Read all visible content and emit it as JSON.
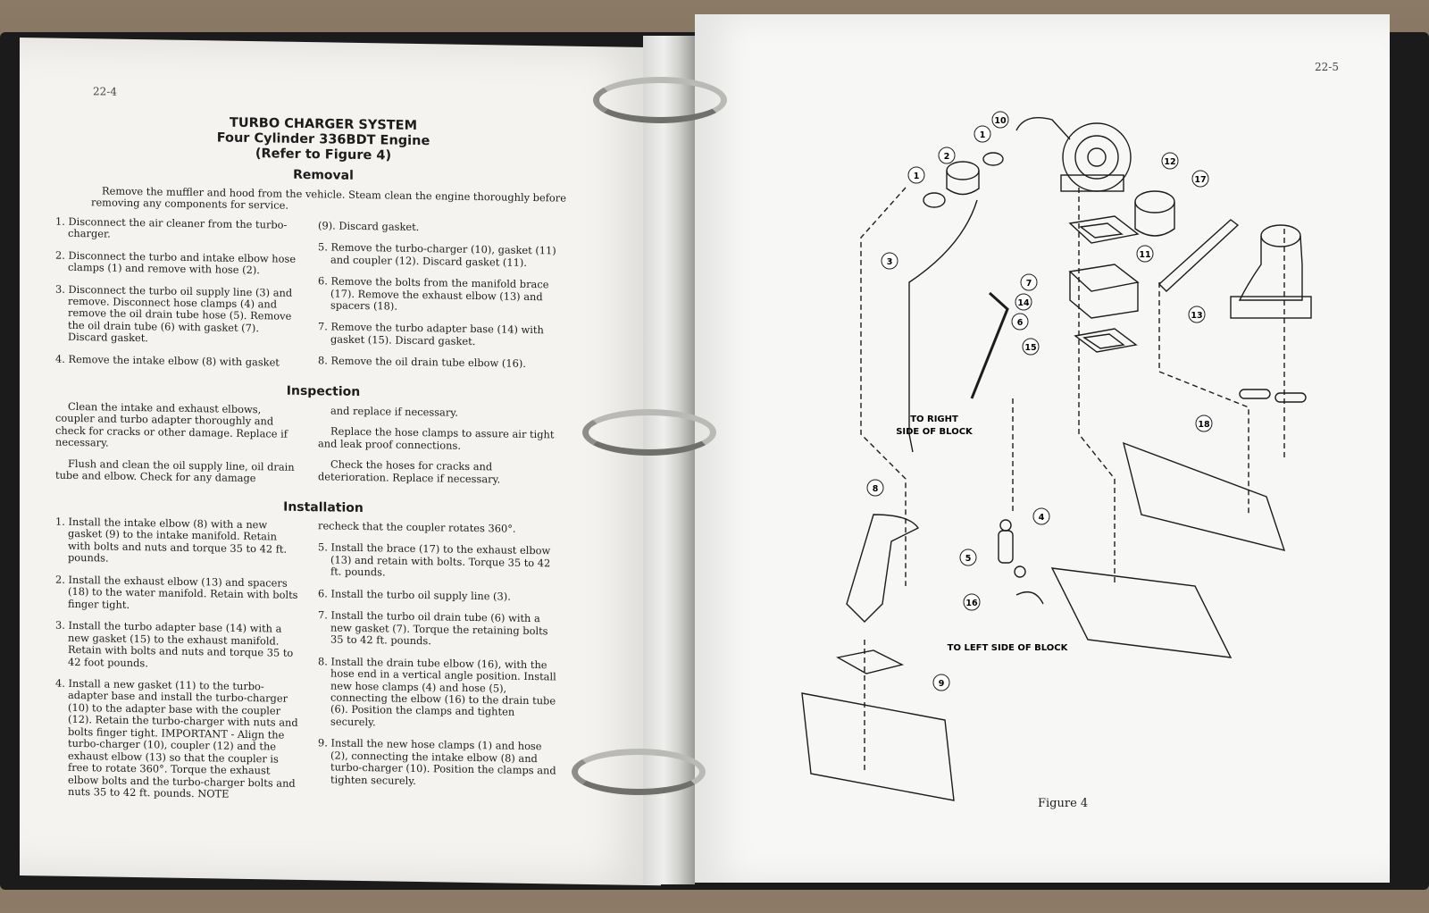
{
  "left_page": {
    "page_number": "22-4",
    "title_lines": [
      "TURBO CHARGER SYSTEM",
      "Four Cylinder 336BDT Engine",
      "(Refer to Figure 4)"
    ],
    "removal": {
      "heading": "Removal",
      "intro": "Remove the muffler and hood from the vehicle. Steam clean the engine thoroughly before removing any components for service.",
      "left_items": [
        "1. Disconnect the air cleaner from the turbo-charger.",
        "2. Disconnect the turbo and intake elbow hose clamps (1) and remove with hose (2).",
        "3. Disconnect the turbo oil supply line (3) and remove. Disconnect hose clamps (4) and remove the oil drain tube hose (5). Remove the oil drain tube (6) with gasket (7). Discard gasket.",
        "4. Remove the intake elbow (8) with gasket"
      ],
      "right_items": [
        "(9). Discard gasket.",
        "5. Remove the turbo-charger (10), gasket (11) and coupler (12). Discard gasket (11).",
        "6. Remove the bolts from the manifold brace (17). Remove the exhaust elbow (13) and spacers (18).",
        "7. Remove the turbo adapter base (14) with gasket (15). Discard gasket.",
        "8. Remove the oil drain tube elbow (16)."
      ]
    },
    "inspection": {
      "heading": "Inspection",
      "left_paras": [
        "Clean the intake and exhaust elbows, coupler and turbo adapter thoroughly and check for cracks or other damage. Replace if necessary.",
        "Flush and clean the oil supply line, oil drain tube and elbow. Check for any damage"
      ],
      "right_paras": [
        "and replace if necessary.",
        "Replace the hose clamps to assure air tight and leak proof connections.",
        "Check the hoses for cracks and deterioration. Replace if necessary."
      ]
    },
    "installation": {
      "heading": "Installation",
      "left_items": [
        "1. Install the intake elbow (8) with a new gasket (9) to the intake manifold. Retain with bolts and nuts and torque 35 to 42 ft. pounds.",
        "2. Install the exhaust elbow (13) and spacers (18) to the water manifold. Retain with bolts finger tight.",
        "3. Install the turbo adapter base (14) with a new gasket (15) to the exhaust manifold. Retain with bolts and nuts and torque 35 to 42 foot pounds.",
        "4. Install a new gasket (11) to the turbo-adapter base and install the turbo-charger (10) to the adapter base with the coupler (12). Retain the turbo-charger with nuts and bolts finger tight. IMPORTANT - Align the turbo-charger (10), coupler (12) and the exhaust elbow (13) so that the coupler is free to rotate 360°. Torque the exhaust elbow bolts and the turbo-charger bolts and nuts 35 to 42 ft. pounds. NOTE"
      ],
      "right_items": [
        "recheck that the coupler rotates 360°.",
        "5. Install the brace (17) to the exhaust elbow (13) and retain with bolts. Torque 35 to 42 ft. pounds.",
        "6. Install the turbo oil supply line (3).",
        "7. Install the turbo oil drain tube (6) with a new gasket (7). Torque the retaining bolts 35 to 42 ft. pounds.",
        "8. Install the drain tube elbow (16), with the hose end in a vertical angle position. Install new hose clamps (4) and hose (5), connecting the elbow (16) to the drain tube (6). Position the clamps and tighten securely.",
        "9. Install the new hose clamps (1) and hose (2), connecting the intake elbow (8) and turbo-charger (10). Position the clamps and tighten securely."
      ]
    }
  },
  "right_page": {
    "page_number": "22-5",
    "figure_caption": "Figure 4",
    "labels": {
      "to_right_side": [
        "TO RIGHT",
        "SIDE OF BLOCK"
      ],
      "to_left_side": "TO LEFT SIDE OF BLOCK"
    },
    "callouts": [
      "1",
      "2",
      "3",
      "4",
      "5",
      "6",
      "7",
      "8",
      "9",
      "10",
      "11",
      "12",
      "13",
      "14",
      "15",
      "16",
      "17",
      "18"
    ]
  }
}
